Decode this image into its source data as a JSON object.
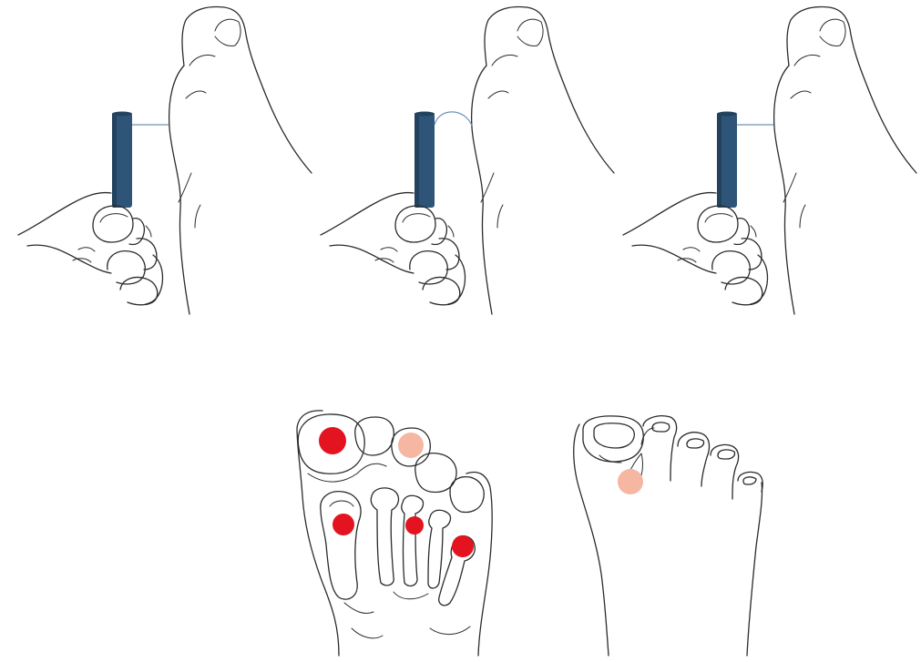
{
  "colors": {
    "line": "#2b2b2b",
    "monofilament": "#2e5577",
    "monofilament_shade": "#22425e",
    "thread": "#6f93b8",
    "site_positive": "#e3141f",
    "site_intermediate": "#f5b6a2"
  },
  "panels": {
    "test_sequence": [
      {
        "step": 1,
        "contact": "touch"
      },
      {
        "step": 2,
        "contact": "buckle"
      },
      {
        "step": 3,
        "contact": "touch"
      }
    ],
    "plantar_sites": [
      {
        "site": "hallux",
        "color": "red"
      },
      {
        "site": "second-toe",
        "color": "pink"
      },
      {
        "site": "first-metatarsal-head",
        "color": "red"
      },
      {
        "site": "third-metatarsal-head",
        "color": "red"
      },
      {
        "site": "fifth-metatarsal-head",
        "color": "red"
      }
    ],
    "dorsal_sites": [
      {
        "site": "first-web-space-dorsum",
        "color": "pink"
      }
    ]
  }
}
